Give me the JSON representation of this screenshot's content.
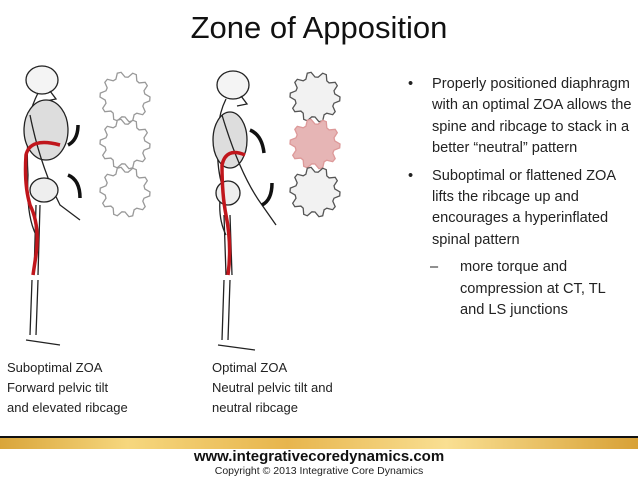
{
  "title": "Zone of Apposition",
  "bullets": [
    "Properly positioned diaphragm with an optimal ZOA allows the spine and ribcage to stack in a better “neutral” pattern",
    "Suboptimal or flattened ZOA lifts the ribcage up and encourages a hyperinflated spinal pattern"
  ],
  "sub_bullets": [
    "more torque and compression at CT, TL and LS junctions"
  ],
  "bullet_marker": "•",
  "sub_marker": "–",
  "captions": {
    "left": [
      "Suboptimal ZOA",
      "Forward pelvic tilt",
      "and elevated ribcage"
    ],
    "right": [
      "Optimal ZOA",
      "Neutral pelvic tilt and",
      "neutral ribcage"
    ]
  },
  "footer": {
    "url": "www.integrativecoredynamics.com",
    "copyright": "Copyright © 2013 Integrative Core Dynamics"
  },
  "colors": {
    "muscle": "#c0161c",
    "gear_highlight": "#e6b5b5",
    "gold": "#e7b54d"
  }
}
